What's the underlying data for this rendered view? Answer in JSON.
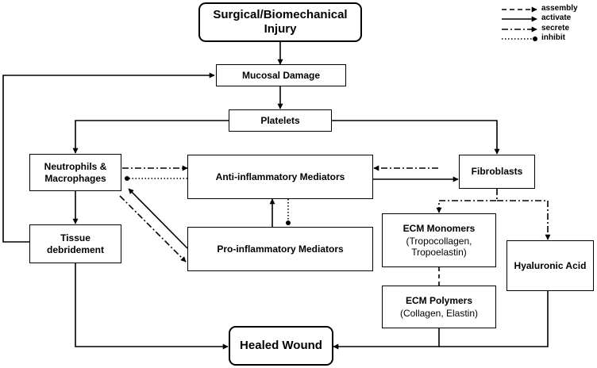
{
  "nodes": {
    "injury": {
      "title": "Surgical/Biomechanical Injury"
    },
    "mucosal": {
      "title": "Mucosal Damage"
    },
    "platelets": {
      "title": "Platelets"
    },
    "neutrophils": {
      "title": "Neutrophils & Macrophages"
    },
    "anti": {
      "title": "Anti-inflammatory Mediators"
    },
    "fibroblasts": {
      "title": "Fibroblasts"
    },
    "tissue": {
      "title": "Tissue debridement"
    },
    "pro": {
      "title": "Pro-inflammatory Mediators"
    },
    "ecm_mono": {
      "title": "ECM Monomers",
      "subtitle": "(Tropocollagen, Tropoelastin)"
    },
    "hyaluronic": {
      "title": "Hyaluronic Acid"
    },
    "ecm_poly": {
      "title": "ECM Polymers",
      "subtitle": "(Collagen, Elastin)"
    },
    "healed": {
      "title": "Healed Wound"
    }
  },
  "legend": [
    {
      "label": "assembly",
      "style": "dashed"
    },
    {
      "label": "activate",
      "style": "solid"
    },
    {
      "label": "secrete",
      "style": "dash-dot"
    },
    {
      "label": "inhibit",
      "style": "dotted"
    }
  ],
  "edges": [
    {
      "from": "injury",
      "to": "mucosal",
      "type": "activate"
    },
    {
      "from": "mucosal",
      "to": "platelets",
      "type": "activate"
    },
    {
      "from": "platelets",
      "to": "neutrophils",
      "type": "activate"
    },
    {
      "from": "platelets",
      "to": "fibroblasts",
      "type": "activate"
    },
    {
      "from": "neutrophils",
      "to": "tissue",
      "type": "activate"
    },
    {
      "from": "tissue",
      "to": "mucosal",
      "type": "activate"
    },
    {
      "from": "neutrophils",
      "to": "anti",
      "type": "secrete"
    },
    {
      "from": "anti",
      "to": "neutrophils",
      "type": "inhibit"
    },
    {
      "from": "fibroblasts",
      "to": "anti",
      "type": "secrete"
    },
    {
      "from": "anti",
      "to": "fibroblasts",
      "type": "activate"
    },
    {
      "from": "neutrophils",
      "to": "pro",
      "type": "secrete"
    },
    {
      "from": "pro",
      "to": "neutrophils",
      "type": "activate"
    },
    {
      "from": "pro",
      "to": "anti",
      "type": "activate"
    },
    {
      "from": "anti",
      "to": "pro",
      "type": "inhibit"
    },
    {
      "from": "fibroblasts",
      "to": "ecm_mono",
      "type": "secrete"
    },
    {
      "from": "fibroblasts",
      "to": "hyaluronic",
      "type": "secrete"
    },
    {
      "from": "ecm_mono",
      "to": "ecm_poly",
      "type": "assembly"
    },
    {
      "from": "tissue",
      "to": "healed",
      "type": "activate"
    },
    {
      "from": "ecm_poly",
      "to": "healed",
      "type": "activate"
    },
    {
      "from": "hyaluronic",
      "to": "healed",
      "type": "activate"
    }
  ]
}
